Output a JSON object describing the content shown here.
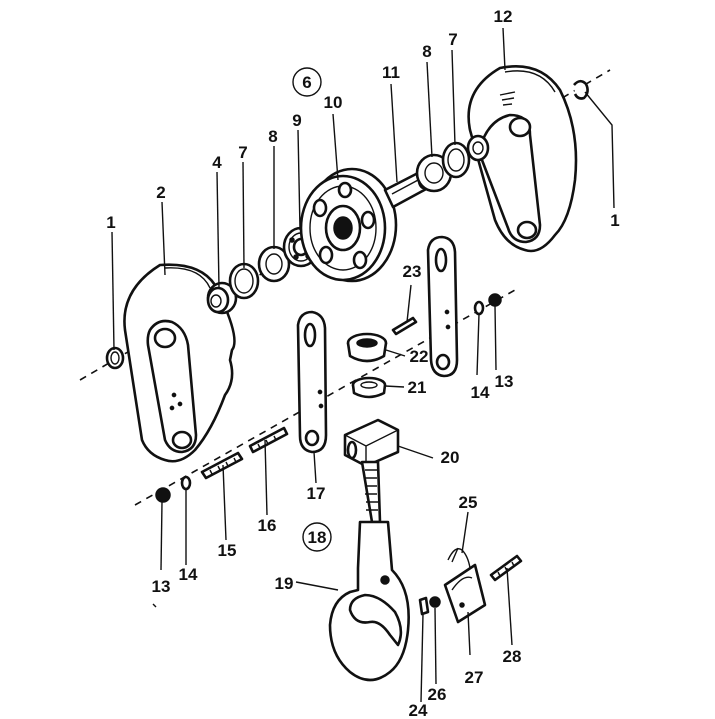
{
  "labels": {
    "l1a": "1",
    "l1b": "1",
    "l2": "2",
    "l4": "4",
    "l6": "6",
    "l7a": "7",
    "l7b": "7",
    "l8a": "8",
    "l8b": "8",
    "l9": "9",
    "l10": "10",
    "l11": "11",
    "l12": "12",
    "l13a": "13",
    "l13b": "13",
    "l14a": "14",
    "l14b": "14",
    "l15": "15",
    "l16": "16",
    "l17": "17",
    "l18": "18",
    "l19": "19",
    "l20": "20",
    "l21": "21",
    "l22": "22",
    "l23": "23",
    "l24": "24",
    "l25": "25",
    "l26": "26",
    "l27": "27",
    "l28": "28"
  }
}
